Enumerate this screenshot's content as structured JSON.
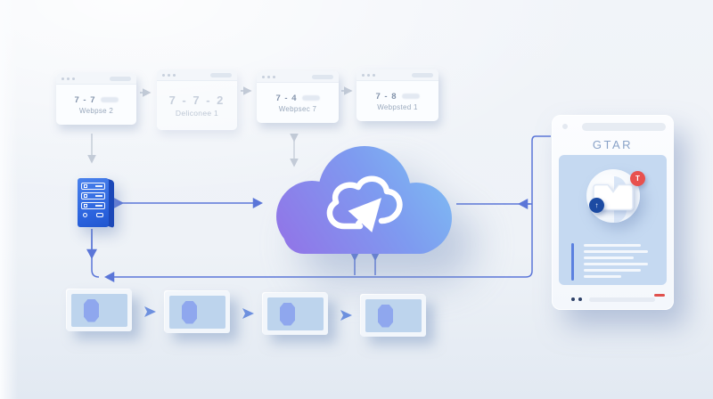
{
  "illustration": "cloud-sync-workflow-diagram",
  "colors": {
    "background": "#eef2f7",
    "connector_blue": "#5b76d8",
    "connector_gray": "#c3cbd7",
    "cloud_gradient_start": "#9077e8",
    "cloud_gradient_end": "#7fc0f3",
    "server_blue": "#2a62dd",
    "hexagon_blue": "#8fa7ee",
    "panel_blue": "#bdd4ed",
    "badge_red": "#e8514e",
    "badge_navy": "#1c4ba3",
    "accent_bar_blue": "#5b80e0"
  },
  "top_flow": {
    "cards": [
      {
        "number": "7 - 7",
        "name": "Webpse 2"
      },
      {
        "number": "7 - 7 - 2",
        "name": "Deliconee 1"
      },
      {
        "number": "7 - 4",
        "name": "Webpsec 7"
      },
      {
        "number": "7 - 8",
        "name": "Webpsted 1"
      }
    ]
  },
  "phone": {
    "title": "GTAR",
    "badge_top_label": "T",
    "badge_bottom_glyph": "↑"
  },
  "icons": {
    "cloud_upload": "cloud with up-right arrow",
    "server": "server rack",
    "folder": "folder document",
    "flow_arrow": "right arrow"
  }
}
